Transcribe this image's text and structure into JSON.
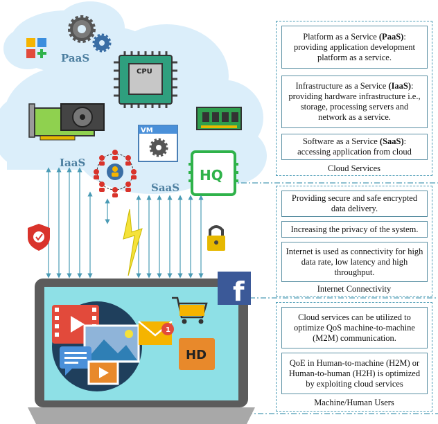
{
  "layers": {
    "cloud": {
      "caption": "Cloud Services",
      "items": [
        {
          "pre": "Platform as a Service ",
          "bold": "(PaaS)",
          "post": ": providing application development platform as a service."
        },
        {
          "pre": "Infrastructure as a Service ",
          "bold": "(IaaS)",
          "post": ": providing hardware infrastructure i.e., storage, processing servers and network as a service."
        },
        {
          "pre": "Software as a Service ",
          "bold": "(SaaS)",
          "post": ": accessing application from cloud"
        }
      ]
    },
    "internet": {
      "caption": "Internet Connectivity",
      "items": [
        {
          "text": "Providing secure and safe encrypted data delivery."
        },
        {
          "text": "Increasing the privacy of the system."
        },
        {
          "text": "Internet is used as connectivity for high data rate, low latency and high throughput."
        }
      ]
    },
    "users": {
      "caption": "Machine/Human Users",
      "items": [
        {
          "text": "Cloud services can be utilized to optimize QoS machine-to-machine (M2M) communication."
        },
        {
          "text": "QoE in Human-to-machine (H2M) or Human-to-human (H2H) is optimized by exploiting cloud services"
        }
      ]
    }
  },
  "illustration": {
    "paas_label": "PaaS",
    "iaas_label": "IaaS",
    "saas_label": "SaaS",
    "cpu_label": "CPU",
    "vm_label": "VM",
    "hq_label": "HQ",
    "hd_label": "HD",
    "mail_badge": "1",
    "facebook_letter": "f"
  },
  "colors": {
    "accent": "#4a9bb5",
    "cloud": "#dbeefa",
    "screen": "#8ee0e6",
    "laptop": "#5c5c5c",
    "hq_green": "#2fb24a",
    "facebook": "#3b5998"
  }
}
